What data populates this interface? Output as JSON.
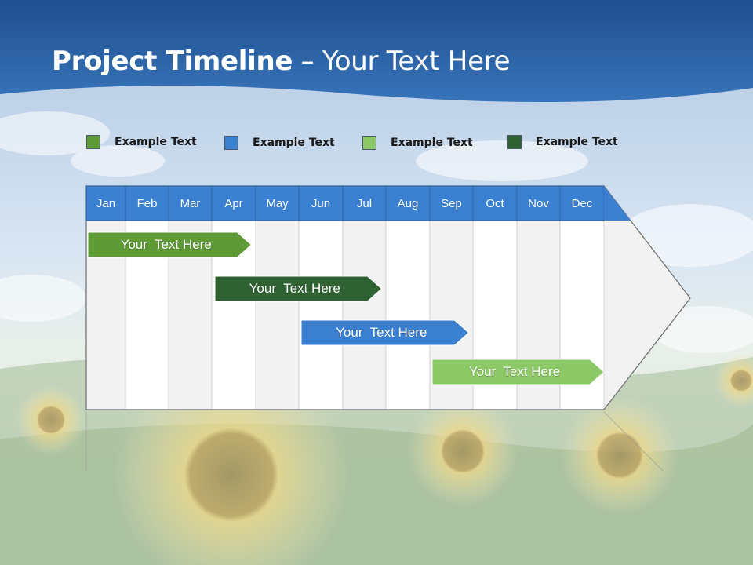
{
  "slide": {
    "title_bold": "Project Timeline",
    "title_sep": " – ",
    "title_rest": "Your Text Here"
  },
  "legend": [
    {
      "label": "Example Text",
      "color": "#5e9a36"
    },
    {
      "label": "Example Text",
      "color": "#3a7fd0"
    },
    {
      "label": "Example Text",
      "color": "#8cc866"
    },
    {
      "label": "Example Text",
      "color": "#2f6133"
    }
  ],
  "timeline": {
    "months": [
      "Jan",
      "Feb",
      "Mar",
      "Apr",
      "May",
      "Jun",
      "Jul",
      "Aug",
      "Sep",
      "Oct",
      "Nov",
      "Dec"
    ],
    "header_color": "#3a7fd0",
    "bars": [
      {
        "label": "Your  Text Here",
        "color": "#5e9a36",
        "start_month": "Jan",
        "end_month": "Apr"
      },
      {
        "label": "Your  Text Here",
        "color": "#2f6133",
        "start_month": "Apr",
        "end_month": "Jul"
      },
      {
        "label": "Your  Text Here",
        "color": "#3a7fd0",
        "start_month": "Jun",
        "end_month": "Sep"
      },
      {
        "label": "Your  Text Here",
        "color": "#8cc866",
        "start_month": "Sep",
        "end_month": "Dec"
      }
    ]
  }
}
